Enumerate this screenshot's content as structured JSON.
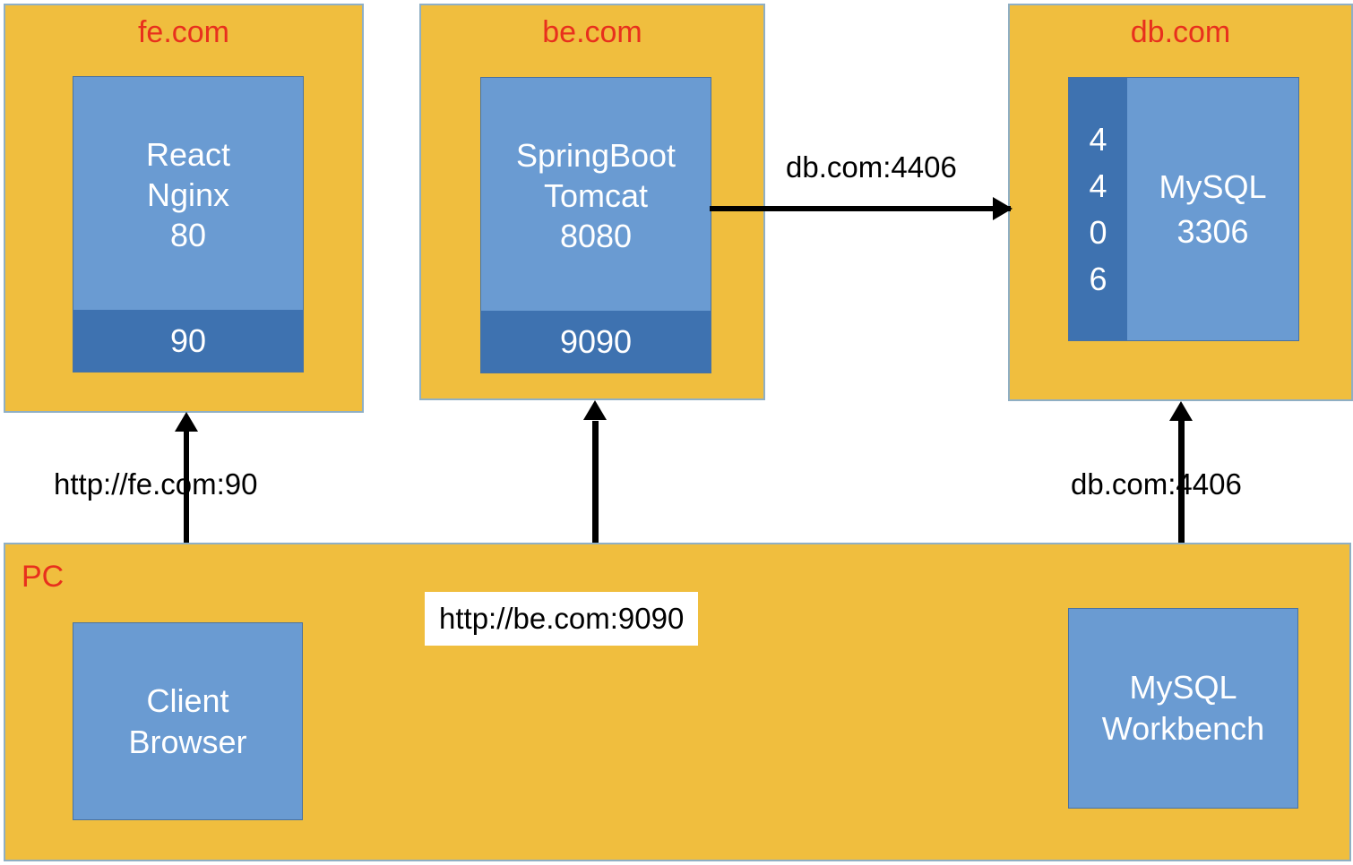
{
  "diagram": {
    "title": "Three-host web application deployment topology",
    "colors": {
      "host_fill": "#F0BE3E",
      "host_border": "#8FAFC4",
      "service_fill": "#6A9BD2",
      "port_band_fill": "#3E72B0",
      "host_title": "#E8301D",
      "connector": "#000000",
      "label_text": "#000000",
      "canvas": "#FFFFFF"
    },
    "hosts": [
      {
        "id": "fe",
        "title": "fe.com",
        "service": {
          "lines": [
            "React",
            "Nginx",
            "80"
          ],
          "exposed_port": "90"
        }
      },
      {
        "id": "be",
        "title": "be.com",
        "service": {
          "lines": [
            "SpringBoot",
            "Tomcat",
            "8080"
          ],
          "exposed_port": "9090"
        }
      },
      {
        "id": "db",
        "title": "db.com",
        "service": {
          "lines": [
            "MySQL",
            "3306"
          ],
          "exposed_port": "4406",
          "exposed_port_digits": [
            "4",
            "4",
            "0",
            "6"
          ]
        }
      },
      {
        "id": "pc",
        "title": "PC",
        "clients": [
          {
            "id": "client-browser",
            "lines": [
              "Client",
              "Browser"
            ]
          },
          {
            "id": "mysql-workbench",
            "lines": [
              "MySQL",
              "Workbench"
            ]
          }
        ]
      }
    ],
    "connections": [
      {
        "id": "browser-to-fe",
        "label": "http://fe.com:90",
        "from": "client-browser",
        "to": "fe",
        "boxed_label": false
      },
      {
        "id": "browser-to-be",
        "label": "http://be.com:9090",
        "from": "client-browser",
        "to": "be",
        "boxed_label": true
      },
      {
        "id": "be-to-db",
        "label": "db.com:4406",
        "from": "be",
        "to": "db",
        "boxed_label": false
      },
      {
        "id": "workbench-to-db",
        "label": "db.com:4406",
        "from": "mysql-workbench",
        "to": "db",
        "boxed_label": false
      }
    ]
  }
}
